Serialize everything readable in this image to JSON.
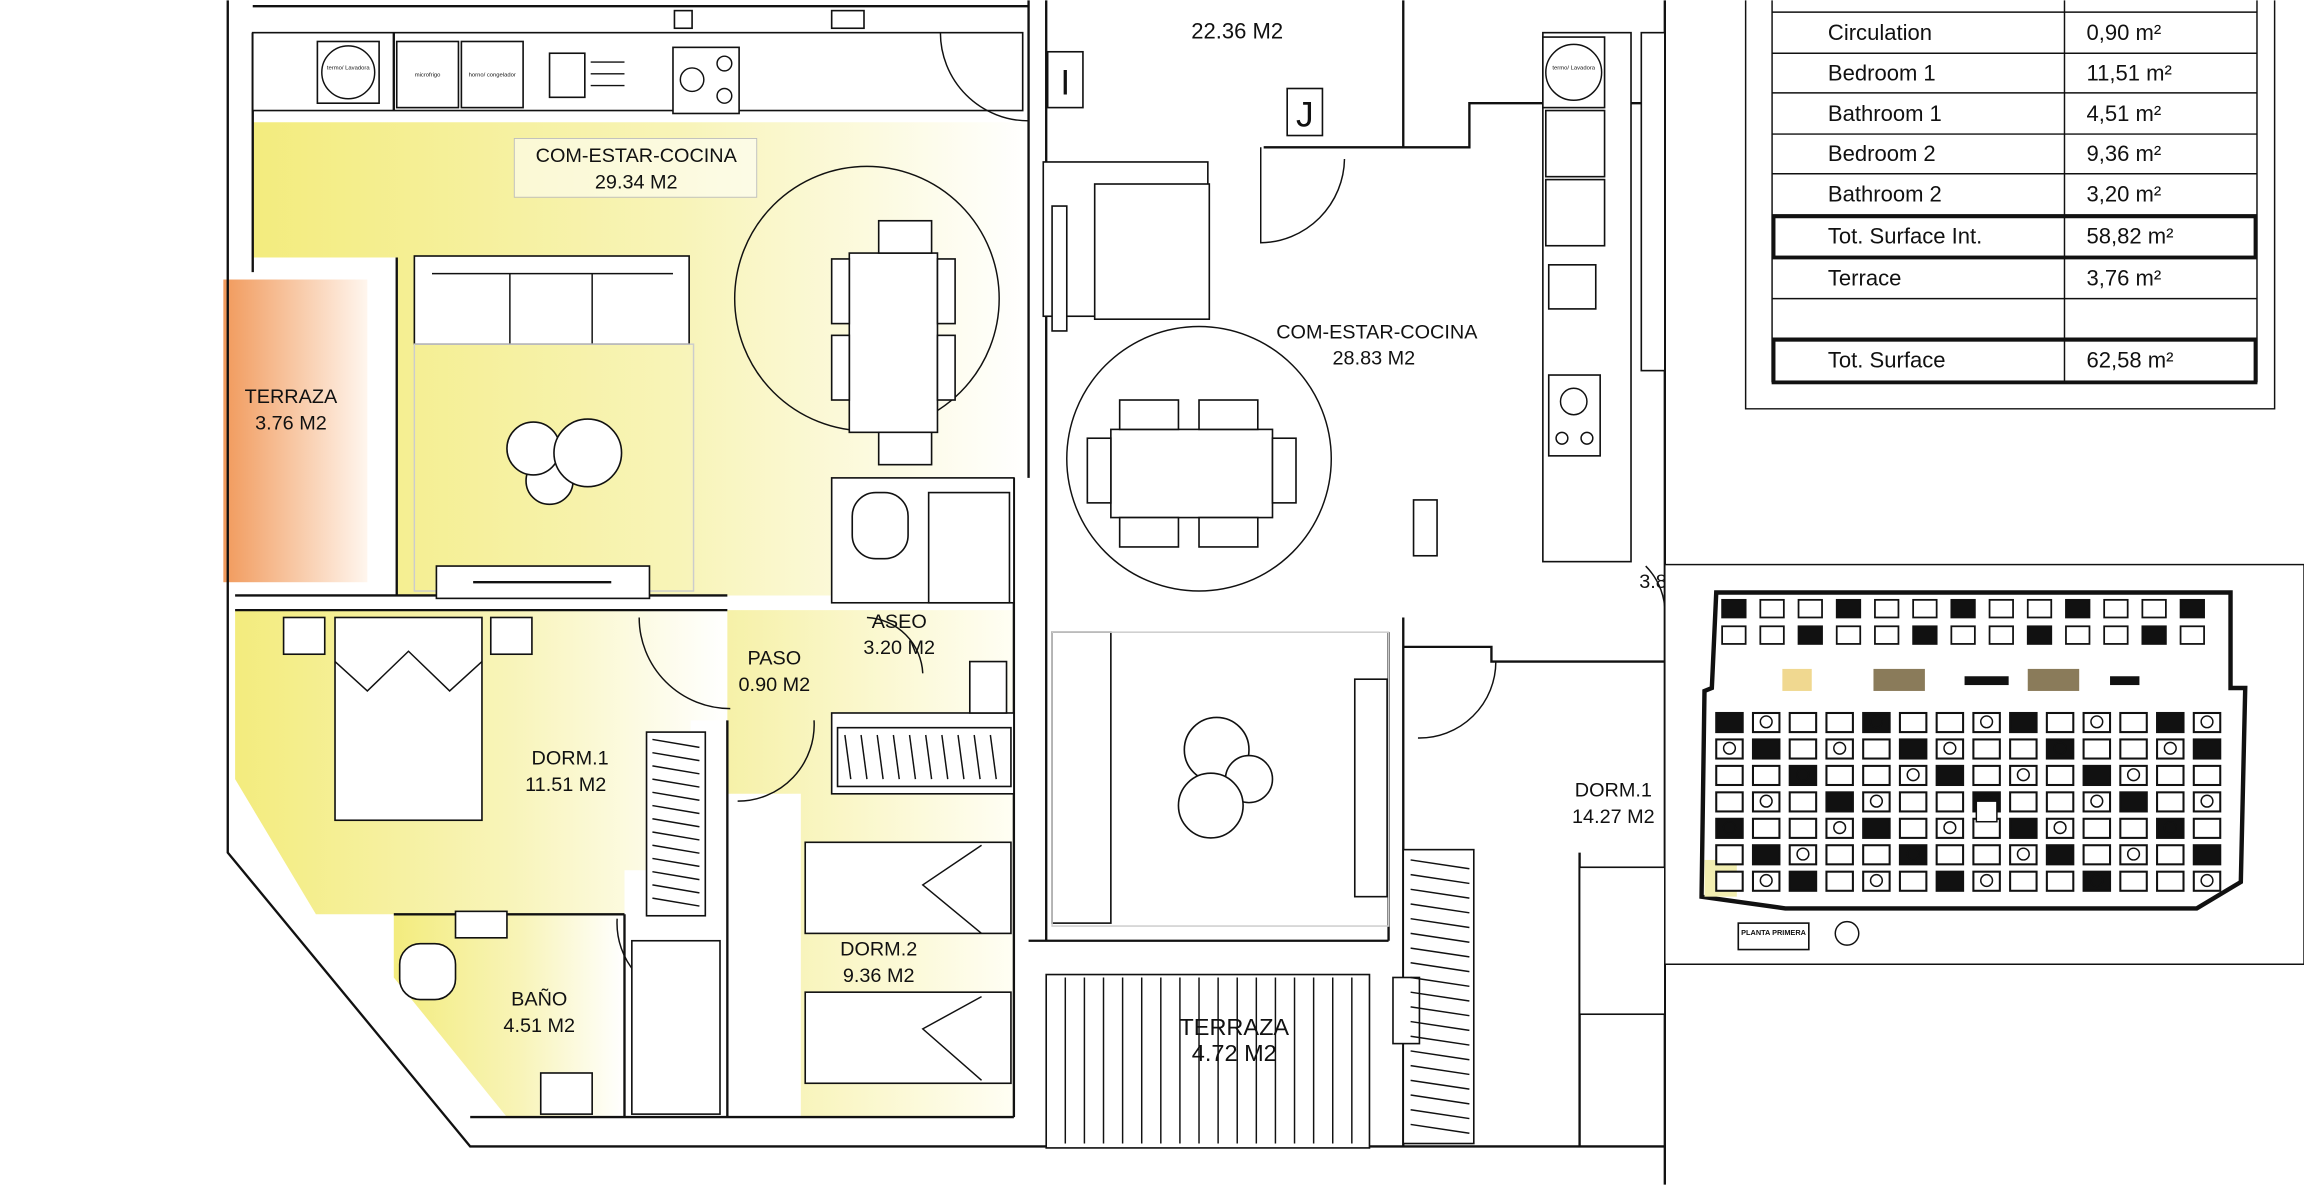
{
  "plan": {
    "rooms": [
      {
        "name": "COM-ESTAR-COCINA",
        "area": "29.34 M2"
      },
      {
        "name": "TERRAZA",
        "area": "3.76 M2"
      },
      {
        "name": "DORM.1",
        "area": "11.51 M2"
      },
      {
        "name": "PASO",
        "area": "0.90 M2"
      },
      {
        "name": "ASEO",
        "area": "3.20 M2"
      },
      {
        "name": "BAÑO",
        "area": "4.51 M2"
      },
      {
        "name": "DORM.2",
        "area": "9.36 M2"
      },
      {
        "name": "",
        "area": "22.36 M2"
      },
      {
        "name": "COM-ESTAR-COCINA",
        "area": "28.83 M2"
      },
      {
        "name": "TERRAZA",
        "area": "4.72 M2"
      },
      {
        "name": "DORM.1",
        "area": "14.27 M2"
      },
      {
        "name": "",
        "area": "3.8"
      }
    ],
    "markers": [
      "I",
      "J"
    ],
    "appliances": [
      "termo/ Lavadora",
      "microfrigo",
      "horno/ congelador"
    ],
    "colors": {
      "living_fill": "#f5ef8a",
      "terrace_fill": "#f3a368",
      "wall": "#111111"
    }
  },
  "surface_table": {
    "rows": [
      {
        "label": "Circulation",
        "value": "0,90 m²",
        "bold_border": false
      },
      {
        "label": "Bedroom 1",
        "value": "11,51 m²",
        "bold_border": false
      },
      {
        "label": "Bathroom 1",
        "value": "4,51 m²",
        "bold_border": false
      },
      {
        "label": "Bedroom 2",
        "value": "9,36 m²",
        "bold_border": false
      },
      {
        "label": "Bathroom 2",
        "value": "3,20 m²",
        "bold_border": false
      },
      {
        "label": "Tot. Surface Int.",
        "value": "58,82 m²",
        "bold_border": true
      },
      {
        "label": "Terrace",
        "value": "3,76 m²",
        "bold_border": false
      },
      {
        "label": "",
        "value": "",
        "bold_border": false
      },
      {
        "label": "Tot. Surface",
        "value": "62,58 m²",
        "bold_border": true
      }
    ]
  },
  "key_plan": {
    "title": "PLANTA PRIMERA",
    "highlight_color": "#f2eeb0"
  }
}
